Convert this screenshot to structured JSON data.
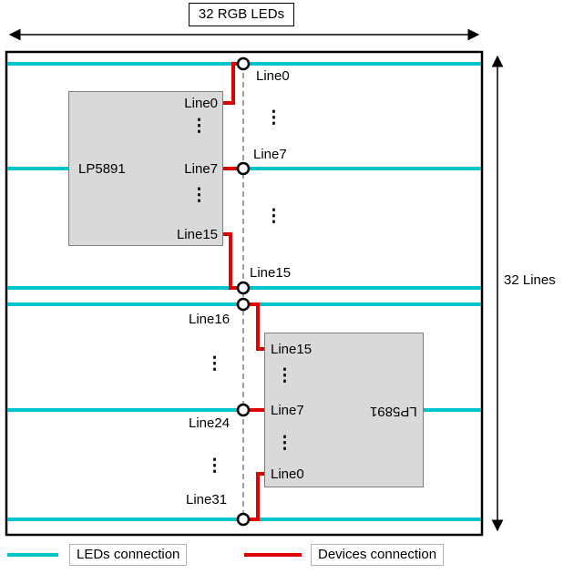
{
  "figure": {
    "top_dimension_label": "32 RGB LEDs",
    "right_dimension_label": "32 Lines",
    "dots_glyph": "⋮",
    "device_upper": {
      "name": "LP5891",
      "pin_top": "Line0",
      "pin_middle": "Line7",
      "pin_bottom": "Line15"
    },
    "device_lower": {
      "name": "LP5891",
      "pin_top": "Line15",
      "pin_middle": "Line7",
      "pin_bottom": "Line0"
    },
    "node_labels": {
      "line0": "Line0",
      "line7": "Line7",
      "line15": "Line15",
      "line16": "Line16",
      "line24": "Line24",
      "line31": "Line31"
    }
  },
  "legend": {
    "leds_label": "LEDs connection",
    "devices_label": "Devices connection"
  },
  "colors": {
    "leds_connection": "#00c4cc",
    "devices_connection": "#e00000",
    "device_fill": "#d9d9d9",
    "device_border": "#7f7f7f",
    "outline": "#000000",
    "dashed_line": "#808080"
  }
}
